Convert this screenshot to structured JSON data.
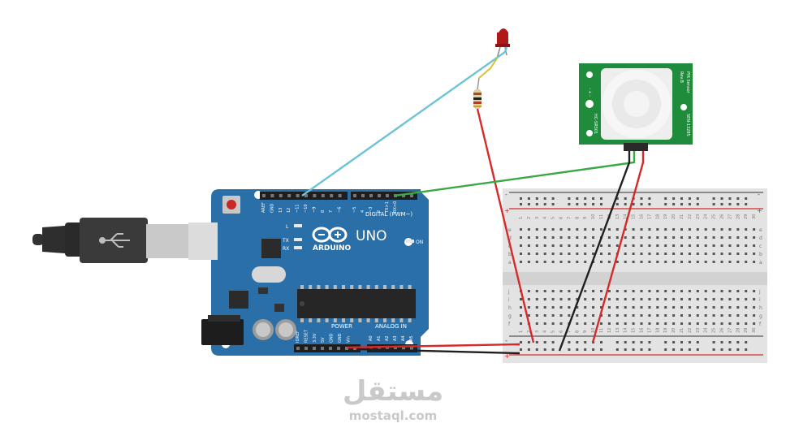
{
  "arduino": {
    "logo_text": "ARDUINO",
    "model": "UNO",
    "digital_label": "DIGITAL (PWM~)",
    "power_label": "POWER",
    "analog_label": "ANALOG IN",
    "on_label": "ON",
    "led_labels": [
      "L",
      "TX",
      "RX"
    ],
    "digital_pins": [
      "AREF",
      "GND",
      "13",
      "12",
      "~11",
      "~10",
      "~9",
      "8",
      "7",
      "~6",
      "~5",
      "4",
      "~3",
      "2",
      "TX>1",
      "RX<0"
    ],
    "power_pins": [
      "IOREF",
      "RESET",
      "3.3V",
      "5V",
      "GND",
      "GND",
      "Vin"
    ],
    "analog_pins": [
      "A0",
      "A1",
      "A2",
      "A3",
      "A4",
      "A5"
    ]
  },
  "pir_sensor": {
    "label_right": "PIR Sensor",
    "label_right2": "Rev.B",
    "label_left": "HC-SR501",
    "label_bottom": "SEN-13285"
  },
  "breadboard": {
    "column_numbers": [
      "1",
      "2",
      "3",
      "4",
      "5",
      "6",
      "7",
      "8",
      "9",
      "10",
      "11",
      "12",
      "13",
      "14",
      "15",
      "16",
      "17",
      "18",
      "19",
      "20",
      "21",
      "22",
      "23",
      "24",
      "25",
      "26",
      "27",
      "28",
      "29",
      "30"
    ],
    "row_letters_top": [
      "a",
      "b",
      "c",
      "d",
      "e"
    ],
    "row_letters_bottom": [
      "f",
      "g",
      "h",
      "i",
      "j"
    ],
    "rail_plus": "+",
    "rail_minus": "-"
  },
  "watermark": {
    "arabic": "مستقل",
    "latin": "mostaql.com"
  },
  "colors": {
    "board": "#2a6fa8",
    "wire_red": "#d42a2a",
    "wire_black": "#1f1f1f",
    "wire_green": "#3aa843",
    "wire_cyan": "#6ec3d7",
    "pir_green": "#1e8c3a",
    "led_red": "#b01818"
  }
}
